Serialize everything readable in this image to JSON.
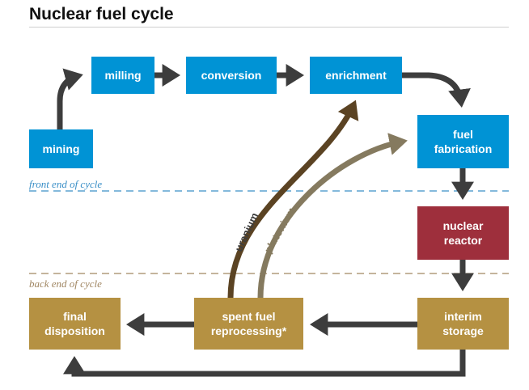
{
  "title": "Nuclear fuel cycle",
  "zones": {
    "front": "front end of cycle",
    "back": "back end of cycle"
  },
  "nodes": {
    "mining": "mining",
    "milling": "milling",
    "conversion": "conversion",
    "enrichment": "enrichment",
    "fuel_fabrication": "fuel\nfabrication",
    "nuclear_reactor": "nuclear\nreactor",
    "interim_storage": "interim\nstorage",
    "spent_fuel_reprocessing": "spent fuel\nreprocessing*",
    "final_disposition": "final\ndisposition"
  },
  "flows": {
    "uranium": "uranium",
    "plutonium": "plutonium"
  },
  "colors": {
    "front_box": "#0093d5",
    "reactor_box": "#9e2f3c",
    "back_box": "#b59142",
    "arrow": "#3d3d3d",
    "uranium_arrow": "#5b4323",
    "plutonium_arrow": "#857a5f",
    "front_line": "#3a8fc7",
    "back_line": "#a08662"
  }
}
